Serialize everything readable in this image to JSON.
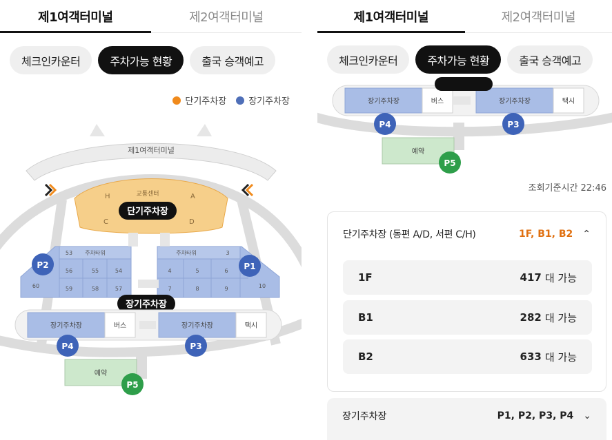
{
  "tabs": [
    "제1여객터미널",
    "제2여객터미널"
  ],
  "chips": [
    "체크인카운터",
    "주차가능 현황",
    "출국 승객예고"
  ],
  "legend": {
    "short_term": "단기주차장",
    "long_term": "장기주차장",
    "short_term_color": "#f08a1c",
    "long_term_color": "#4f6fb8",
    "reservation_color": "#2e9e4a"
  },
  "map": {
    "terminal_label": "제1여객터미널",
    "traffic_center": "교통센터",
    "short_term_badge": "단기주차장",
    "long_term_badge": "장기주차장",
    "zones": [
      "H",
      "A",
      "C",
      "D"
    ],
    "parking_tower": "주차타워",
    "left_block_cells": [
      "53",
      "56",
      "55",
      "54",
      "59",
      "58",
      "57",
      "60"
    ],
    "right_block_cells": [
      "3",
      "4",
      "5",
      "6",
      "7",
      "8",
      "9",
      "10"
    ],
    "lot_label": "장기주차장",
    "bus_label": "버스",
    "taxi_label": "택시",
    "reservation_label": "예약",
    "markers": [
      "P1",
      "P2",
      "P3",
      "P4",
      "P5"
    ]
  },
  "query_time": "조회기준시간 22:46",
  "short_term_card": {
    "title": "단기주차장 (동편 A/D, 서편 C/H)",
    "floors": "1F, B1, B2",
    "rows": [
      {
        "level": "1F",
        "count": "417",
        "unit": "대 가능"
      },
      {
        "level": "B1",
        "count": "282",
        "unit": "대 가능"
      },
      {
        "level": "B2",
        "count": "633",
        "unit": "대 가능"
      }
    ]
  },
  "long_term_card": {
    "title": "장기주차장",
    "lots": "P1, P2, P3, P4"
  }
}
